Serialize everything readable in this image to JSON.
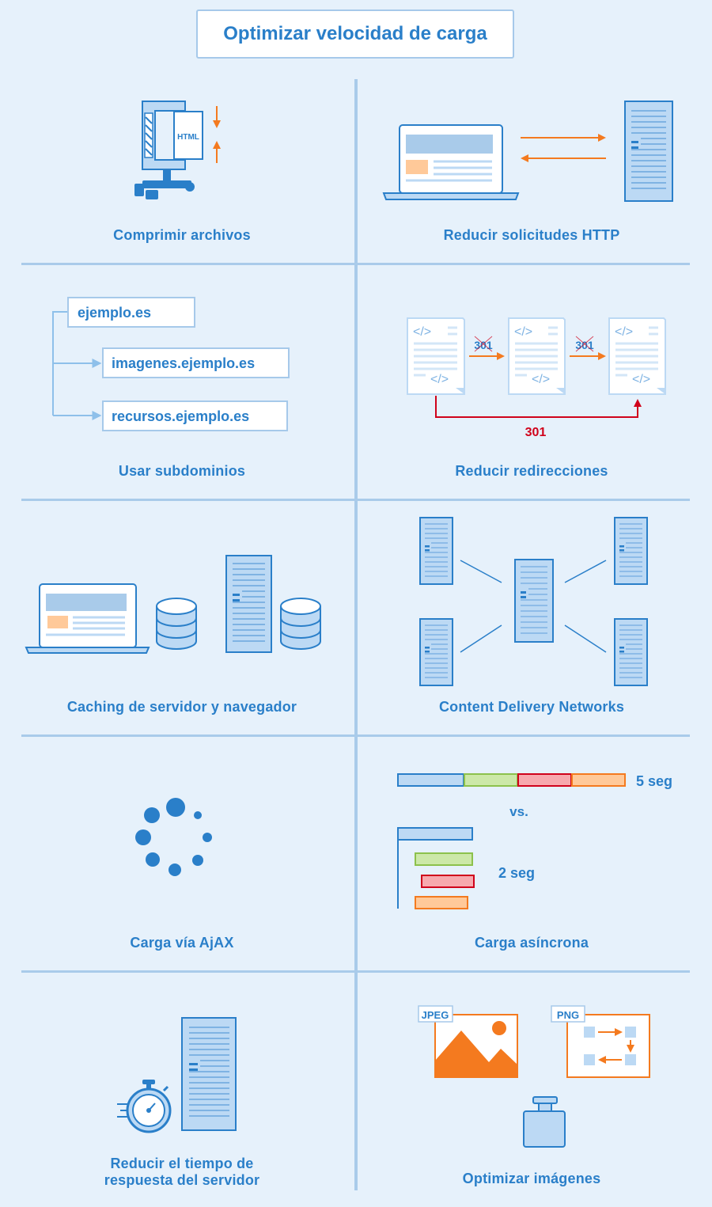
{
  "title": "Optimizar velocidad de carga",
  "cells": {
    "compress": {
      "caption": "Comprimir archivos",
      "file_label": "HTML"
    },
    "http": {
      "caption": "Reducir solicitudes HTTP"
    },
    "subdomains": {
      "caption": "Usar subdominios",
      "domains": [
        "ejemplo.es",
        "imagenes.ejemplo.es",
        "recursos.ejemplo.es"
      ]
    },
    "redirects": {
      "caption": "Reducir redirecciones",
      "code": "301",
      "code_crossed_1": "301",
      "code_crossed_2": "301",
      "tag_open": "</>",
      "tag_close": "</>"
    },
    "caching": {
      "caption": "Caching de servidor y navegador"
    },
    "cdn": {
      "caption": "Content Delivery Networks"
    },
    "ajax": {
      "caption": "Carga vía AjAX"
    },
    "async": {
      "caption": "Carga asíncrona",
      "sequential_label": "5 seg",
      "vs_label": "vs.",
      "parallel_label": "2 seg"
    },
    "server_time": {
      "caption_line1": "Reducir el tiempo de",
      "caption_line2": "respuesta del servidor"
    },
    "images": {
      "caption": "Optimizar imágenes",
      "jpeg_label": "JPEG",
      "png_label": "PNG"
    }
  },
  "colors": {
    "primary": "#2a7fc9",
    "light_blue": "#bcd9f4",
    "orange": "#f47a1f",
    "green": "#cce8a8",
    "red_fill": "#f7a9ae",
    "red": "#d0021b",
    "peach": "#ffc999"
  }
}
